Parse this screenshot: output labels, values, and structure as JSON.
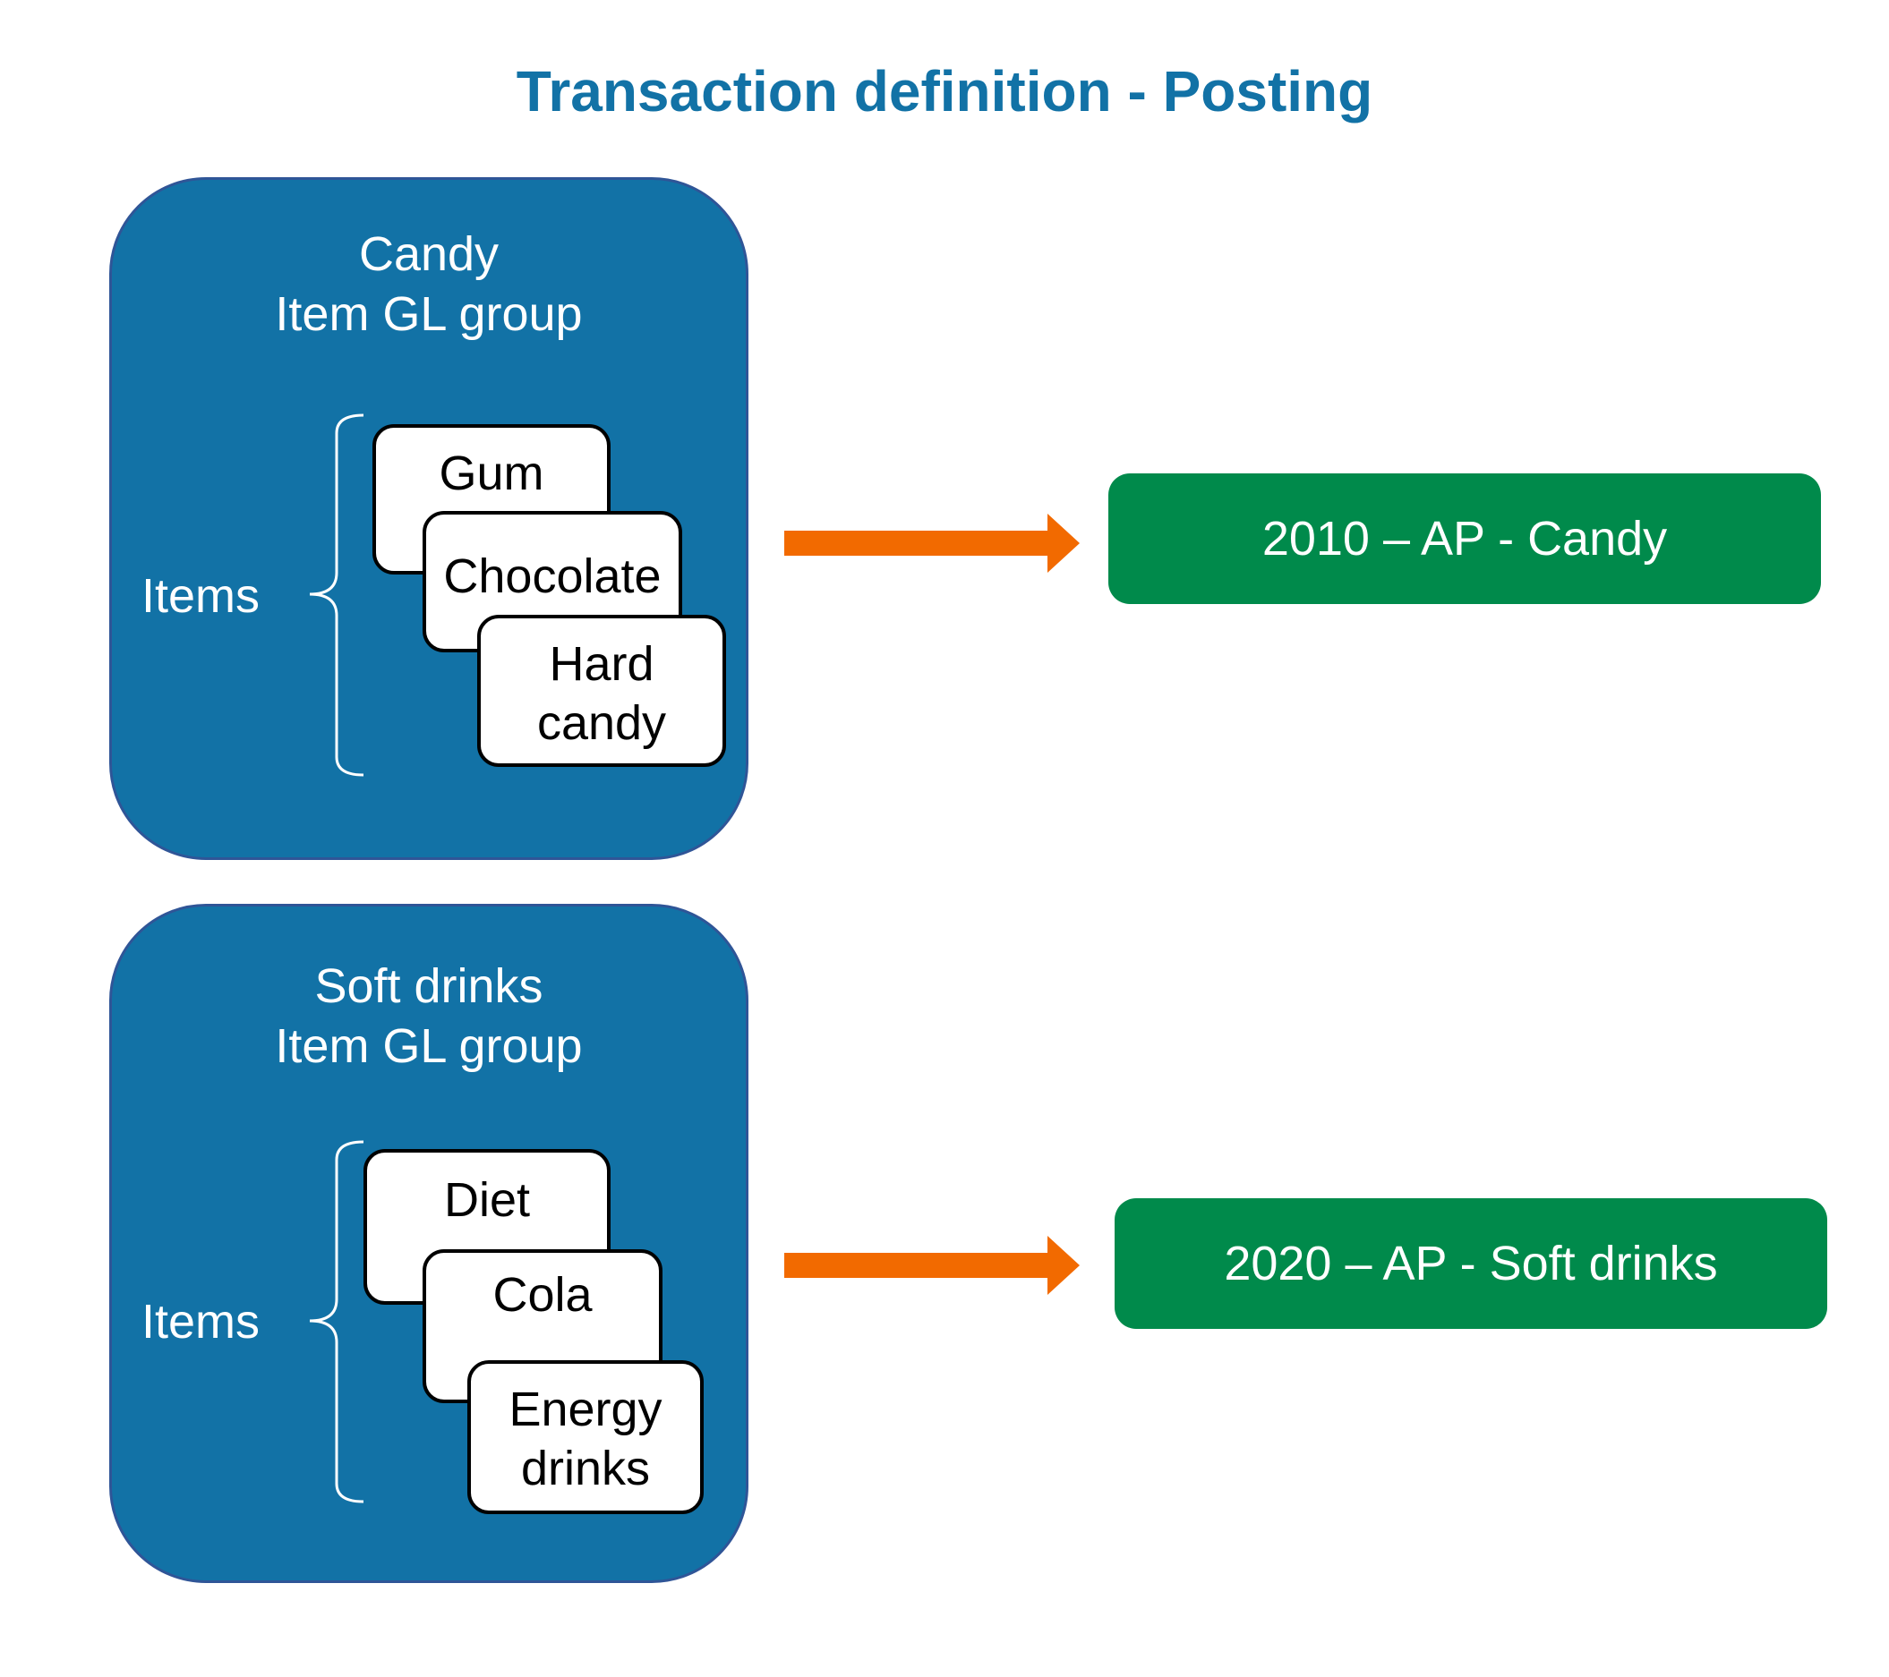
{
  "title": "Transaction definition - Posting",
  "colors": {
    "title": "#1272a6",
    "group_fill": "#1272a6",
    "group_border": "#2f5597",
    "arrow": "#f26a00",
    "account_fill": "#008a4b"
  },
  "groups": [
    {
      "name_line1": "Candy",
      "name_line2": "Item GL group",
      "items_label": "Items",
      "items": [
        {
          "line1": "Gum",
          "line2": ""
        },
        {
          "line1": "Chocolate",
          "line2": ""
        },
        {
          "line1": "Hard",
          "line2": "candy"
        }
      ],
      "account": "2010 – AP - Candy"
    },
    {
      "name_line1": "Soft drinks",
      "name_line2": "Item GL group",
      "items_label": "Items",
      "items": [
        {
          "line1": "Diet",
          "line2": ""
        },
        {
          "line1": "Cola",
          "line2": ""
        },
        {
          "line1": "Energy",
          "line2": "drinks"
        }
      ],
      "account": "2020 – AP - Soft drinks"
    }
  ]
}
